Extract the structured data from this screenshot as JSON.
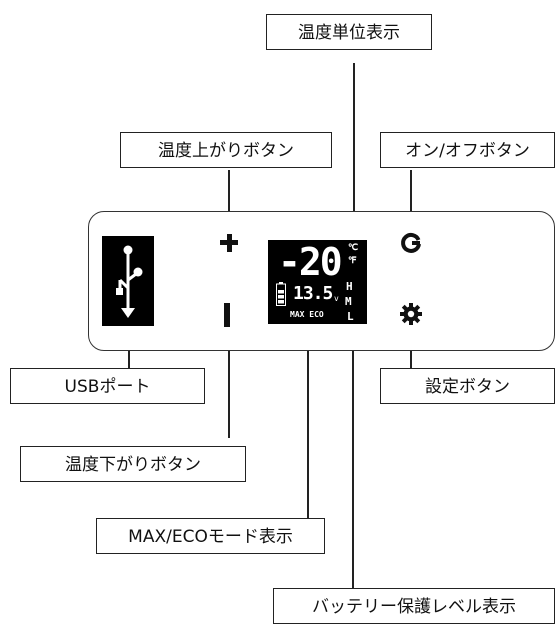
{
  "callouts": {
    "temp_unit_display": "温度単位表示",
    "temp_up_button": "温度上がりボタン",
    "power_button": "オン/オフボタン",
    "usb_port": "USBポート",
    "settings_button": "設定ボタン",
    "temp_down_button": "温度下がりボタン",
    "mode_display": "MAX/ECOモード表示",
    "battery_protect_display": "バッテリー保護レベル表示"
  },
  "lcd": {
    "temperature": "-20",
    "unit_c": "℃",
    "unit_f": "℉",
    "voltage": "13.5",
    "voltage_unit": "v",
    "level_h": "H",
    "level_m": "M",
    "level_l": "L",
    "mode": "MAX ECO"
  },
  "colors": {
    "line": "#222222",
    "panel_black": "#000000",
    "lcd_text": "#ffffff"
  },
  "icons": {
    "usb": "usb-icon",
    "plus": "plus-icon",
    "minus": "minus-icon",
    "power": "power-icon",
    "gear": "gear-icon",
    "battery": "battery-icon"
  }
}
